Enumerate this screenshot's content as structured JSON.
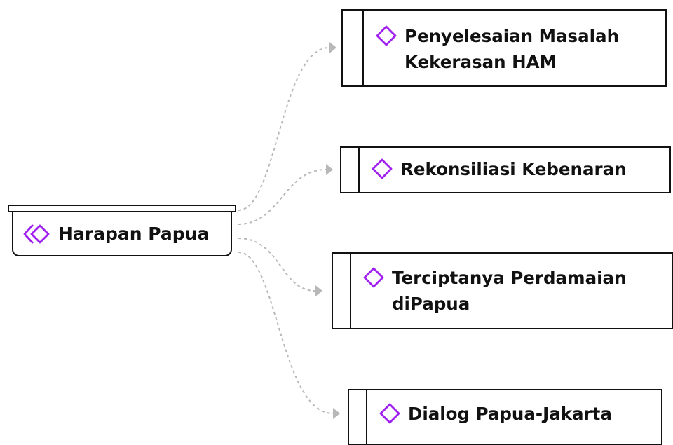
{
  "colors": {
    "accent": "#a020f0",
    "line": "#b8b8b8",
    "stroke": "#111111"
  },
  "root": {
    "label": "Harapan Papua",
    "icon": "double-diamond-icon"
  },
  "children": [
    {
      "line1": "Penyelesaian Masalah",
      "line2": "Kekerasan HAM",
      "icon": "diamond-icon"
    },
    {
      "line1": "Rekonsiliasi Kebenaran",
      "line2": "",
      "icon": "diamond-icon"
    },
    {
      "line1": "Terciptanya Perdamaian",
      "line2": "diPapua",
      "icon": "diamond-icon"
    },
    {
      "line1": "Dialog Papua-Jakarta",
      "line2": "",
      "icon": "diamond-icon"
    }
  ]
}
